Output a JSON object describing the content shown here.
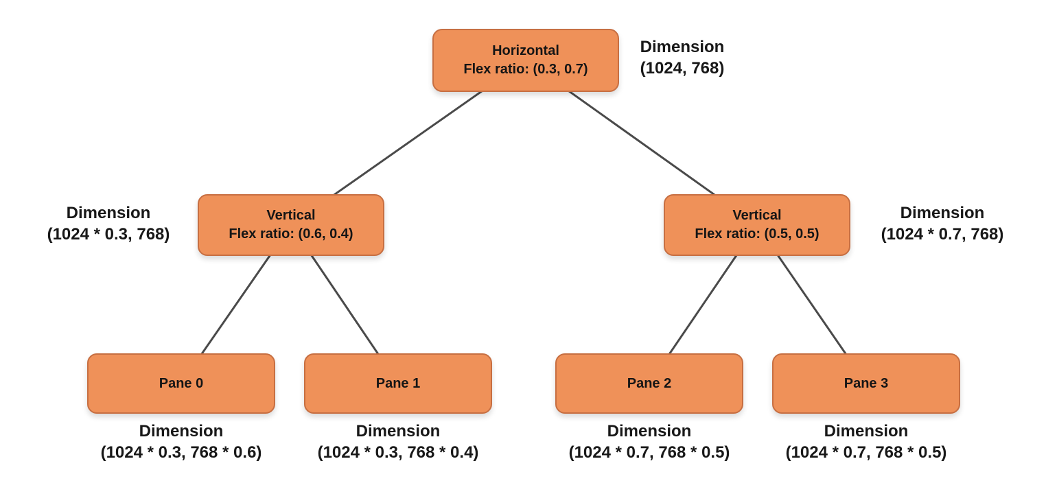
{
  "diagram": {
    "type": "tree",
    "description": "Pane layout split tree",
    "colors": {
      "background": "#ffffff",
      "node_fill": "#ef9159",
      "node_border": "#c76f42",
      "edge": "#4a4a4a",
      "text": "#181818"
    },
    "nodes": {
      "root": {
        "title": "Horizontal",
        "subtitle": "Flex ratio: (0.3, 0.7)"
      },
      "left": {
        "title": "Vertical",
        "subtitle": "Flex ratio: (0.6, 0.4)"
      },
      "right": {
        "title": "Vertical",
        "subtitle": "Flex ratio: (0.5, 0.5)"
      },
      "pane0": {
        "title": "Pane 0"
      },
      "pane1": {
        "title": "Pane 1"
      },
      "pane2": {
        "title": "Pane 2"
      },
      "pane3": {
        "title": "Pane 3"
      }
    },
    "annotations": {
      "root": {
        "line1": "Dimension",
        "line2": "(1024, 768)"
      },
      "left": {
        "line1": "Dimension",
        "line2": "(1024 * 0.3, 768)"
      },
      "right": {
        "line1": "Dimension",
        "line2": "(1024 * 0.7, 768)"
      },
      "pane0": {
        "line1": "Dimension",
        "line2": "(1024 * 0.3, 768 * 0.6)"
      },
      "pane1": {
        "line1": "Dimension",
        "line2": "(1024 * 0.3, 768 * 0.4)"
      },
      "pane2": {
        "line1": "Dimension",
        "line2": "(1024 * 0.7, 768 * 0.5)"
      },
      "pane3": {
        "line1": "Dimension",
        "line2": "(1024 * 0.7, 768 * 0.5)"
      }
    }
  }
}
